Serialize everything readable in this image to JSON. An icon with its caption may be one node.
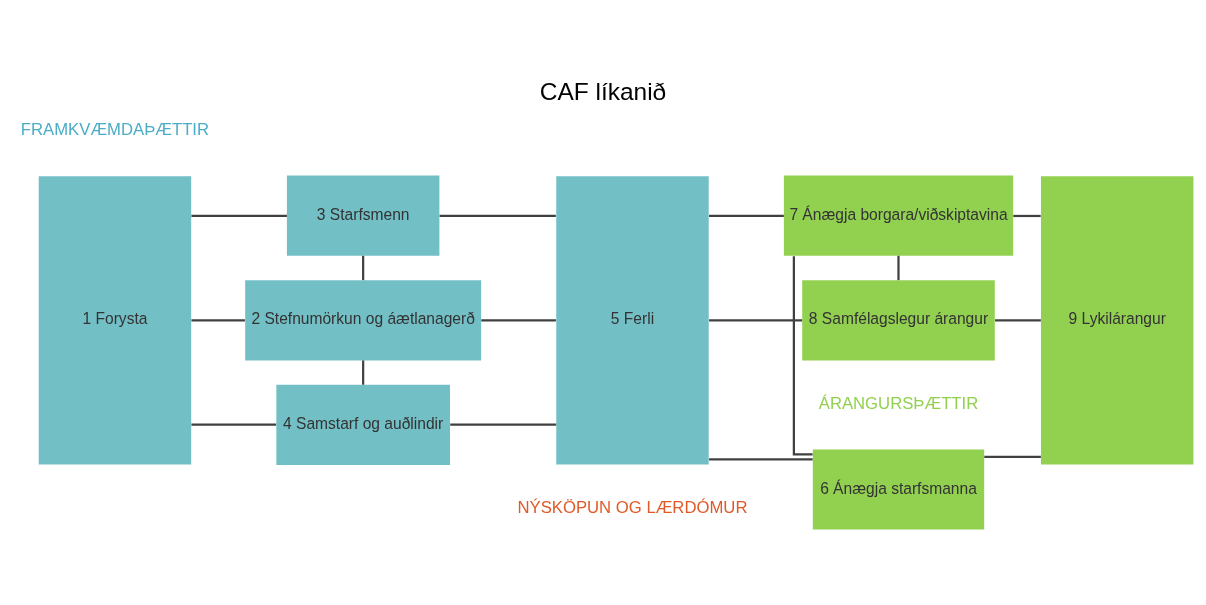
{
  "diagram": {
    "title": "CAF líkanið",
    "nodes": [
      {
        "text": [
          "1 Forysta"
        ]
      },
      {
        "text": [
          "3 Starfsmenn"
        ]
      },
      {
        "text": [
          "2 Stefnumörkun og áætlanagerð"
        ]
      },
      {
        "text": [
          "4 Samstarf og auðlindir"
        ]
      },
      {
        "text": [
          "5 Ferli"
        ]
      },
      {
        "text": [
          "6 Ánægja starfsmanna"
        ]
      },
      {
        "text": [
          "7 Ánægja borgara/viðskiptavina"
        ]
      },
      {
        "text": [
          "8 Samfélagslegur árangur"
        ]
      },
      {
        "text": [
          "9 Lykilárangur"
        ]
      }
    ],
    "edges": [
      {
        "from": 0,
        "to": 1,
        "arrow": "none"
      },
      {
        "from": 0,
        "to": 2,
        "arrow": "none"
      },
      {
        "from": 0,
        "to": 3,
        "arrow": "none"
      },
      {
        "from": 1,
        "to": 2,
        "arrow": "none"
      },
      {
        "from": 2,
        "to": 3,
        "arrow": "none"
      },
      {
        "from": 1,
        "to": 4,
        "arrow": "none"
      },
      {
        "from": 2,
        "to": 4,
        "arrow": "none"
      },
      {
        "from": 3,
        "to": 4,
        "arrow": "none"
      },
      {
        "from": 4,
        "to": 5,
        "arrow": "none"
      },
      {
        "from": 4,
        "to": 6,
        "arrow": "none"
      },
      {
        "from": 4,
        "to": 7,
        "arrow": "none"
      },
      {
        "from": 5,
        "to": 6,
        "arrow": "none"
      },
      {
        "from": 6,
        "to": 7,
        "arrow": "none"
      },
      {
        "from": 5,
        "to": 8,
        "arrow": "none"
      },
      {
        "from": 6,
        "to": 8,
        "arrow": "none"
      },
      {
        "from": 7,
        "to": 8,
        "arrow": "none"
      }
    ],
    "labels": [
      "FRAMKVÆMDAÞÆTTIR",
      "ÁRANGURSÞÆTTIR",
      "NÝSKÖPUN OG LÆRDÓMUR"
    ]
  }
}
